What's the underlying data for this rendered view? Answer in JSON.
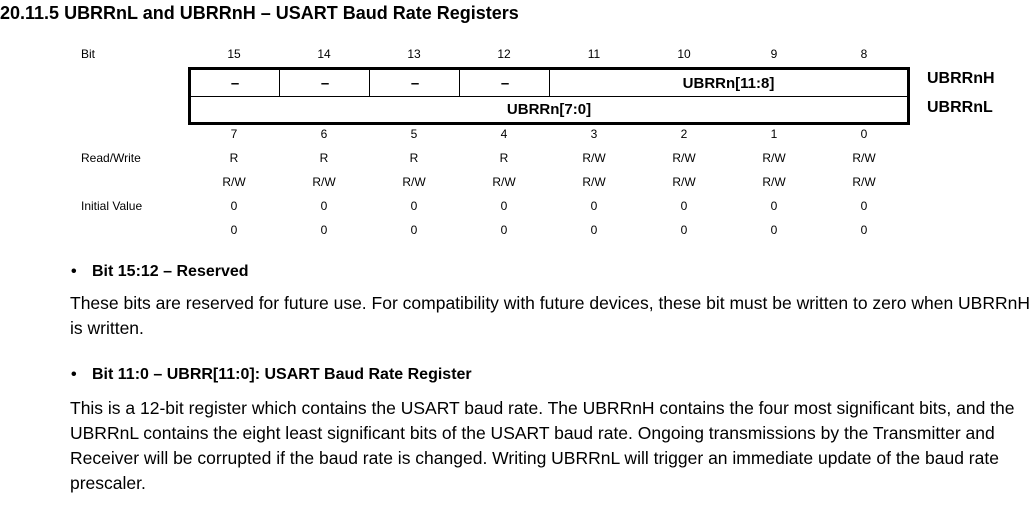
{
  "title": "20.11.5 UBRRnL and UBRRnH – USART Baud Rate Registers",
  "register": {
    "bit_label": "Bit",
    "high_bits": [
      "15",
      "14",
      "13",
      "12",
      "11",
      "10",
      "9",
      "8"
    ],
    "low_bits": [
      "7",
      "6",
      "5",
      "4",
      "3",
      "2",
      "1",
      "0"
    ],
    "high_fields": [
      "–",
      "–",
      "–",
      "–",
      "UBRRn[11:8]"
    ],
    "low_field": "UBRRn[7:0]",
    "high_name": "UBRRnH",
    "low_name": "UBRRnL",
    "rw_label": "Read/Write",
    "rw_high": [
      "R",
      "R",
      "R",
      "R",
      "R/W",
      "R/W",
      "R/W",
      "R/W"
    ],
    "rw_low": [
      "R/W",
      "R/W",
      "R/W",
      "R/W",
      "R/W",
      "R/W",
      "R/W",
      "R/W"
    ],
    "init_label": "Initial Value",
    "init_high": [
      "0",
      "0",
      "0",
      "0",
      "0",
      "0",
      "0",
      "0"
    ],
    "init_low": [
      "0",
      "0",
      "0",
      "0",
      "0",
      "0",
      "0",
      "0"
    ]
  },
  "sections": [
    {
      "bullet": "•",
      "heading": "Bit 15:12 – Reserved",
      "text": "These bits are reserved for future use. For compatibility with future devices, these bit must be written to zero when UBRRnH is written."
    },
    {
      "bullet": "•",
      "heading": "Bit 11:0 – UBRR[11:0]: USART Baud Rate Register",
      "text": "This is a 12-bit register which contains the USART baud rate. The UBRRnH contains the four most significant bits, and the UBRRnL contains the eight least significant bits of the USART baud rate. Ongoing transmissions by the Transmitter and Receiver will be corrupted if the baud rate is changed. Writing UBRRnL will trigger an immediate update of the baud rate prescaler."
    }
  ]
}
